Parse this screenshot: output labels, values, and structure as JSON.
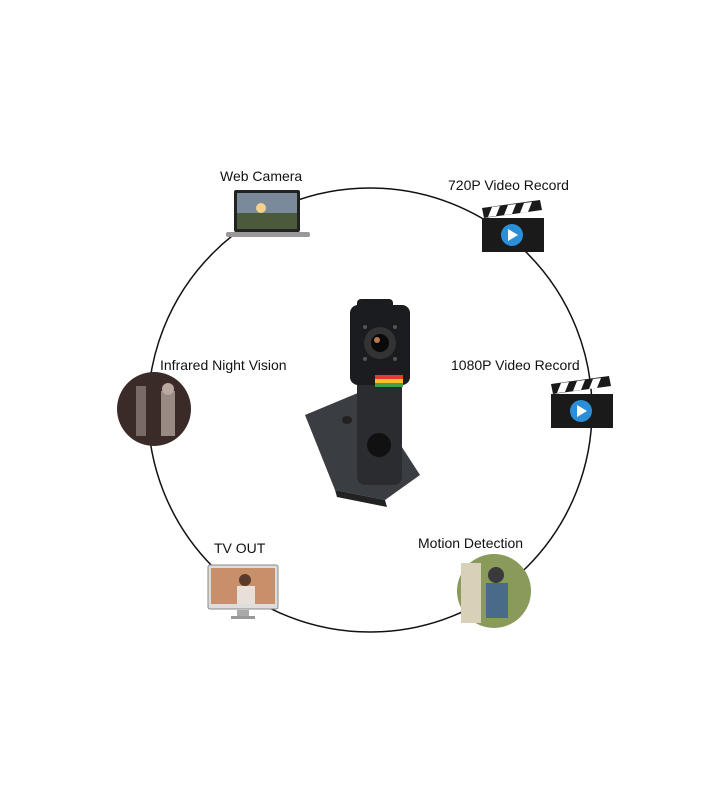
{
  "features": {
    "web_camera": "Web Camera",
    "video_720": "720P Video Record",
    "video_1080": "1080P Video Record",
    "night_vision": "Infrared Night Vision",
    "tv_out": "TV OUT",
    "motion": "Motion Detection"
  },
  "colors": {
    "ring": "#111111",
    "play": "#2a8fd8",
    "clapper": "#1a1a1a"
  }
}
